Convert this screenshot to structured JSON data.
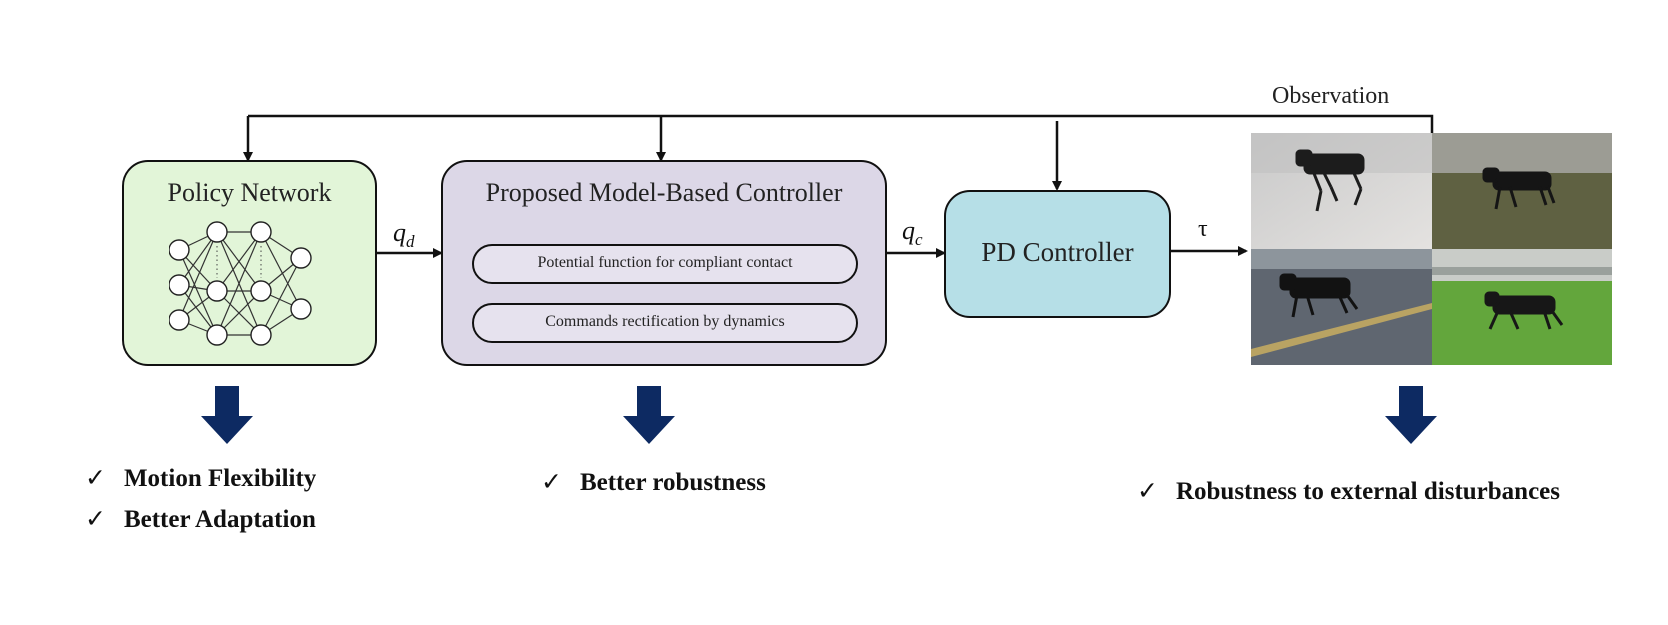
{
  "feedback_label": "Observation",
  "policy": {
    "title": "Policy Network"
  },
  "controller": {
    "title": "Proposed Model-Based Controller",
    "modules": [
      "Potential function for compliant contact",
      "Commands rectification by dynamics"
    ]
  },
  "pd": {
    "title": "PD Controller"
  },
  "signals": {
    "qd": {
      "base": "q",
      "sub": "d"
    },
    "qc": {
      "base": "q",
      "sub": "c"
    },
    "tau": "τ"
  },
  "benefits": {
    "policy": [
      "Motion Flexibility",
      "Better Adaptation"
    ],
    "controller": [
      "Better robustness"
    ],
    "robot": [
      "Robustness to external disturbances"
    ]
  },
  "check_glyph": "✓",
  "colors": {
    "policy_fill": "#e2f5d8",
    "controller_fill": "#dcd7e7",
    "pd_fill": "#b6dfe7",
    "arrow_navy": "#0d2a62"
  }
}
